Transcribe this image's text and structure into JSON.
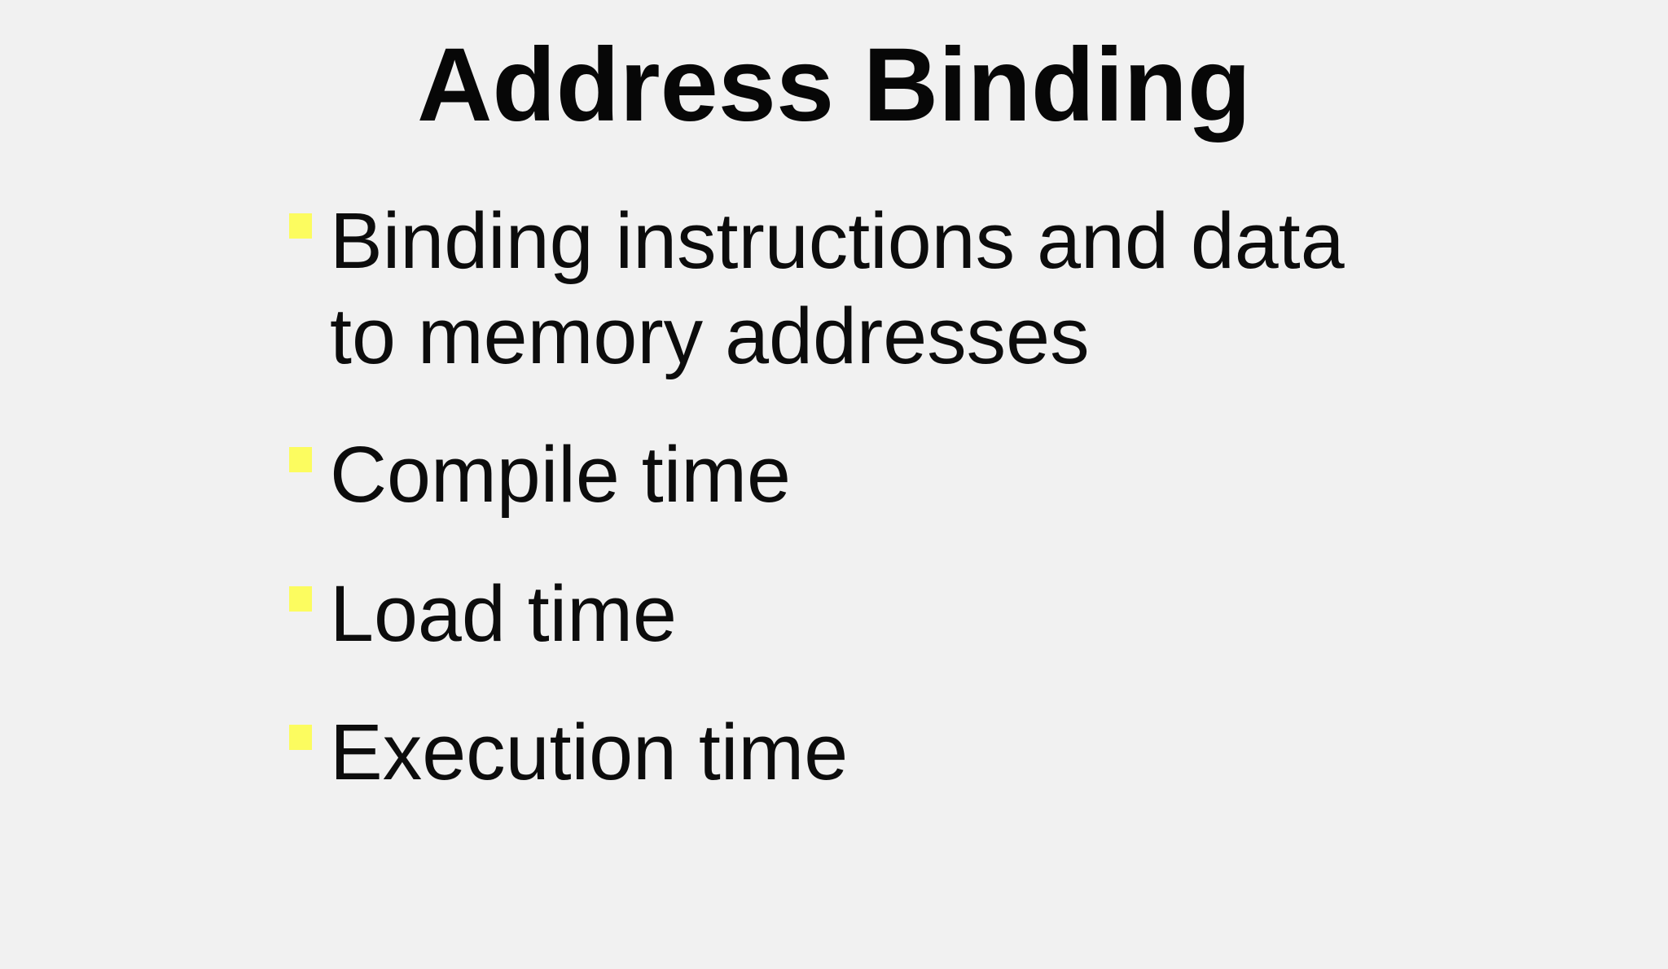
{
  "slide": {
    "title": "Address Binding",
    "bullets": [
      "Binding instructions and data to memory addresses",
      "Compile time",
      "Load time",
      "Execution time"
    ],
    "colors": {
      "background": "#f1f1f1",
      "bullet": "#fcfc5f",
      "text": "#0c0c0c",
      "title": "#070707"
    }
  }
}
